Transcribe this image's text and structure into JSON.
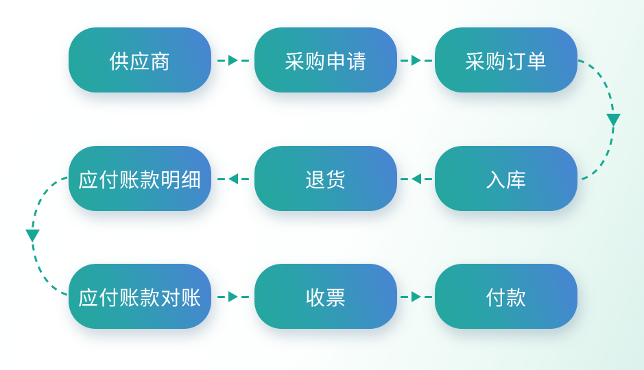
{
  "diagram": {
    "type": "flowchart",
    "nodes": [
      {
        "id": "supplier",
        "label": "供应商"
      },
      {
        "id": "purchase-request",
        "label": "采购申请"
      },
      {
        "id": "purchase-order",
        "label": "采购订单"
      },
      {
        "id": "stock-in",
        "label": "入库"
      },
      {
        "id": "return-goods",
        "label": "退货"
      },
      {
        "id": "ap-detail",
        "label": "应付账款明细"
      },
      {
        "id": "ap-reconciliation",
        "label": "应付账款对账"
      },
      {
        "id": "invoice-receipt",
        "label": "收票"
      },
      {
        "id": "payment",
        "label": "付款"
      }
    ],
    "edges": [
      {
        "from": "供应商",
        "to": "采购申请",
        "style": "dashed",
        "direction": "right"
      },
      {
        "from": "采购申请",
        "to": "采购订单",
        "style": "dashed",
        "direction": "right"
      },
      {
        "from": "采购订单",
        "to": "入库",
        "style": "dashed-curve",
        "direction": "down"
      },
      {
        "from": "入库",
        "to": "退货",
        "style": "dashed",
        "direction": "left"
      },
      {
        "from": "退货",
        "to": "应付账款明细",
        "style": "dashed",
        "direction": "left"
      },
      {
        "from": "应付账款明细",
        "to": "应付账款对账",
        "style": "dashed-curve",
        "direction": "down"
      },
      {
        "from": "应付账款对账",
        "to": "收票",
        "style": "dashed",
        "direction": "right"
      },
      {
        "from": "收票",
        "to": "付款",
        "style": "dashed",
        "direction": "right"
      }
    ],
    "colors": {
      "node_gradient_start": "#23a79c",
      "node_gradient_end": "#4a83d6",
      "arrow": "#16a894",
      "label_text": "#ffffff",
      "background_start": "#ffffff",
      "background_end": "#dcf2ec"
    }
  }
}
